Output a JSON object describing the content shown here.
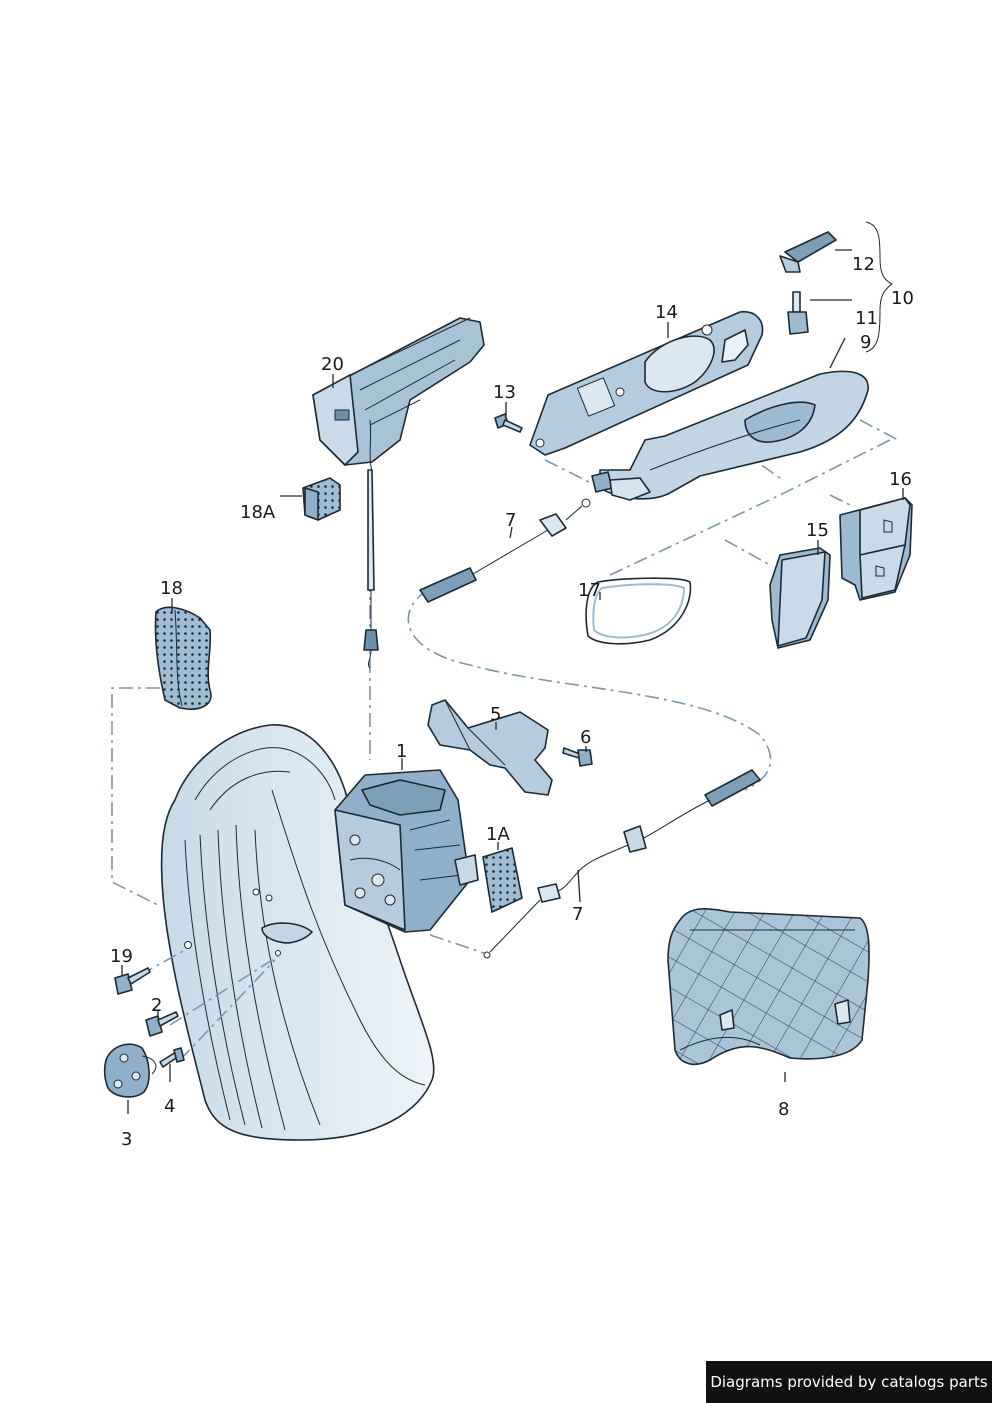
{
  "labels": {
    "l1": "1",
    "l1A": "1A",
    "l2": "2",
    "l3": "3",
    "l4": "4",
    "l5": "5",
    "l6": "6",
    "l7a": "7",
    "l7b": "7",
    "l8": "8",
    "l9": "9",
    "l10": "10",
    "l11": "11",
    "l12": "12",
    "l13": "13",
    "l14": "14",
    "l15": "15",
    "l16": "16",
    "l17": "17",
    "l18": "18",
    "l18A": "18A",
    "l19": "19",
    "l20": "20"
  },
  "credit": "Diagrams provided by catalogs parts",
  "colors": {
    "part_fill": "#b9cfdf",
    "part_shade": "#8fb0c8",
    "dark_fill": "#7e9fb8",
    "outline": "#1c2a33",
    "dash_line": "#7a96b0",
    "credit_bg": "#111111"
  }
}
